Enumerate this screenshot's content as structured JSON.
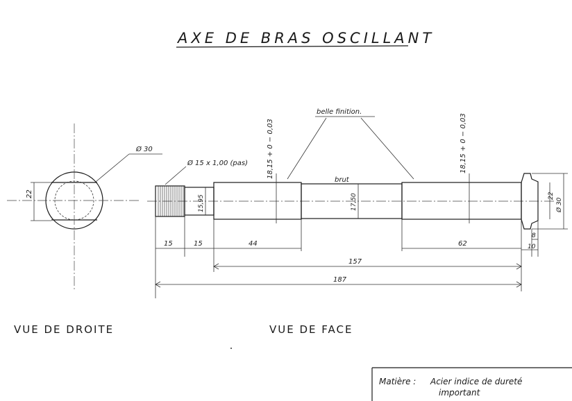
{
  "title": "AXE DE BRAS OSCILLANT",
  "views": {
    "right": "VUE DE DROITE",
    "front": "VUE DE FACE"
  },
  "notes": {
    "finish": "belle finition.",
    "raw": "brut",
    "thread": "Ø 15 x 1,00 (pas)",
    "outer_diameter": "Ø 30"
  },
  "dimensions": {
    "d22_side": "22",
    "tol_left": "18,15 + 0 − 0,03",
    "tol_right": "18,15 + 0 − 0,03",
    "d15_35": "15,95",
    "d17_50": "17,50",
    "d22_head": "22",
    "d30_head": "Ø 30",
    "len_15a": "15",
    "len_15b": "15",
    "len_44": "44",
    "len_62": "62",
    "len_8": "8",
    "len_10": "10",
    "len_157": "157",
    "len_187": "187"
  },
  "material": {
    "label": "Matière :",
    "line1": "Acier indice de dureté",
    "line2": "important"
  }
}
